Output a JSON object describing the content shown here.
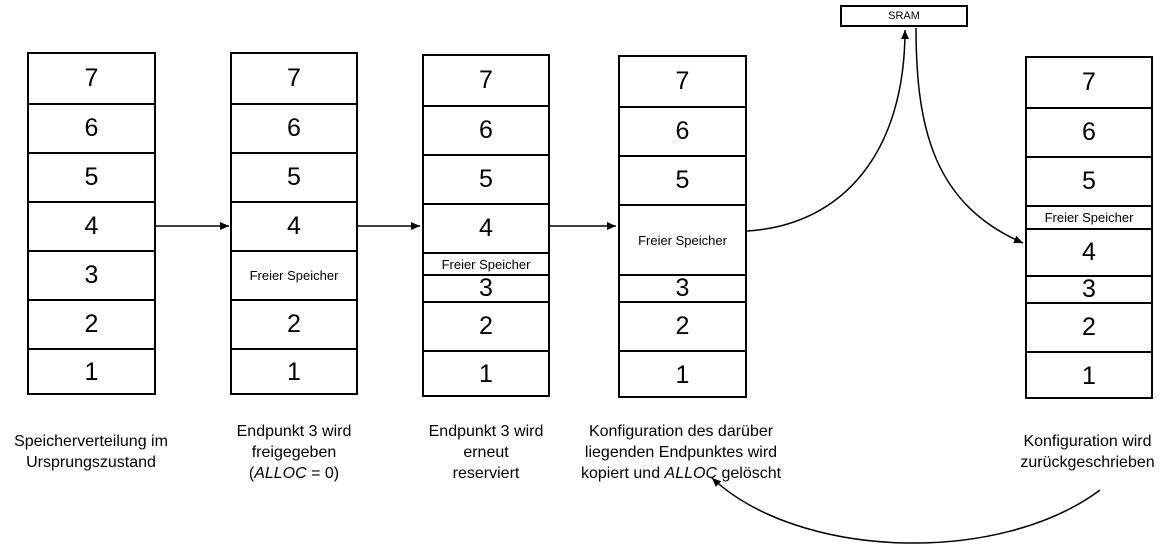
{
  "sram_label": "SRAM",
  "free_label": "Freier Speicher",
  "columns": [
    {
      "cells": [
        "7",
        "6",
        "5",
        "4",
        "3",
        "2",
        "1"
      ]
    },
    {
      "cells": [
        "7",
        "6",
        "5",
        "4",
        "Freier Speicher",
        "2",
        "1"
      ]
    },
    {
      "cells": [
        "7",
        "6",
        "5",
        "4",
        "Freier Speicher",
        "3",
        "2",
        "1"
      ]
    },
    {
      "cells": [
        "7",
        "6",
        "5",
        "Freier Speicher",
        "3",
        "2",
        "1"
      ]
    },
    {
      "cells": [
        "7",
        "6",
        "5",
        "Freier Speicher",
        "4",
        "3",
        "2",
        "1"
      ]
    }
  ],
  "captions": [
    {
      "lines": [
        "Speicherverteilung im",
        "Ursprungszustand"
      ]
    },
    {
      "lines": [
        "Endpunkt 3 wird",
        "freigegeben"
      ],
      "alloc_prefix": "(",
      "alloc_italic": "ALLOC",
      "alloc_suffix": " = 0)"
    },
    {
      "lines": [
        "Endpunkt 3 wird",
        "erneut",
        "reserviert"
      ]
    },
    {
      "lines": [
        "Konfiguration des darüber",
        "liegenden Endpunktes wird"
      ],
      "line3_prefix": "kopiert und ",
      "line3_italic": "ALLOC",
      "line3_suffix": " gelöscht"
    },
    {
      "lines": [
        "Konfiguration wird",
        "zurückgeschrieben"
      ]
    }
  ]
}
